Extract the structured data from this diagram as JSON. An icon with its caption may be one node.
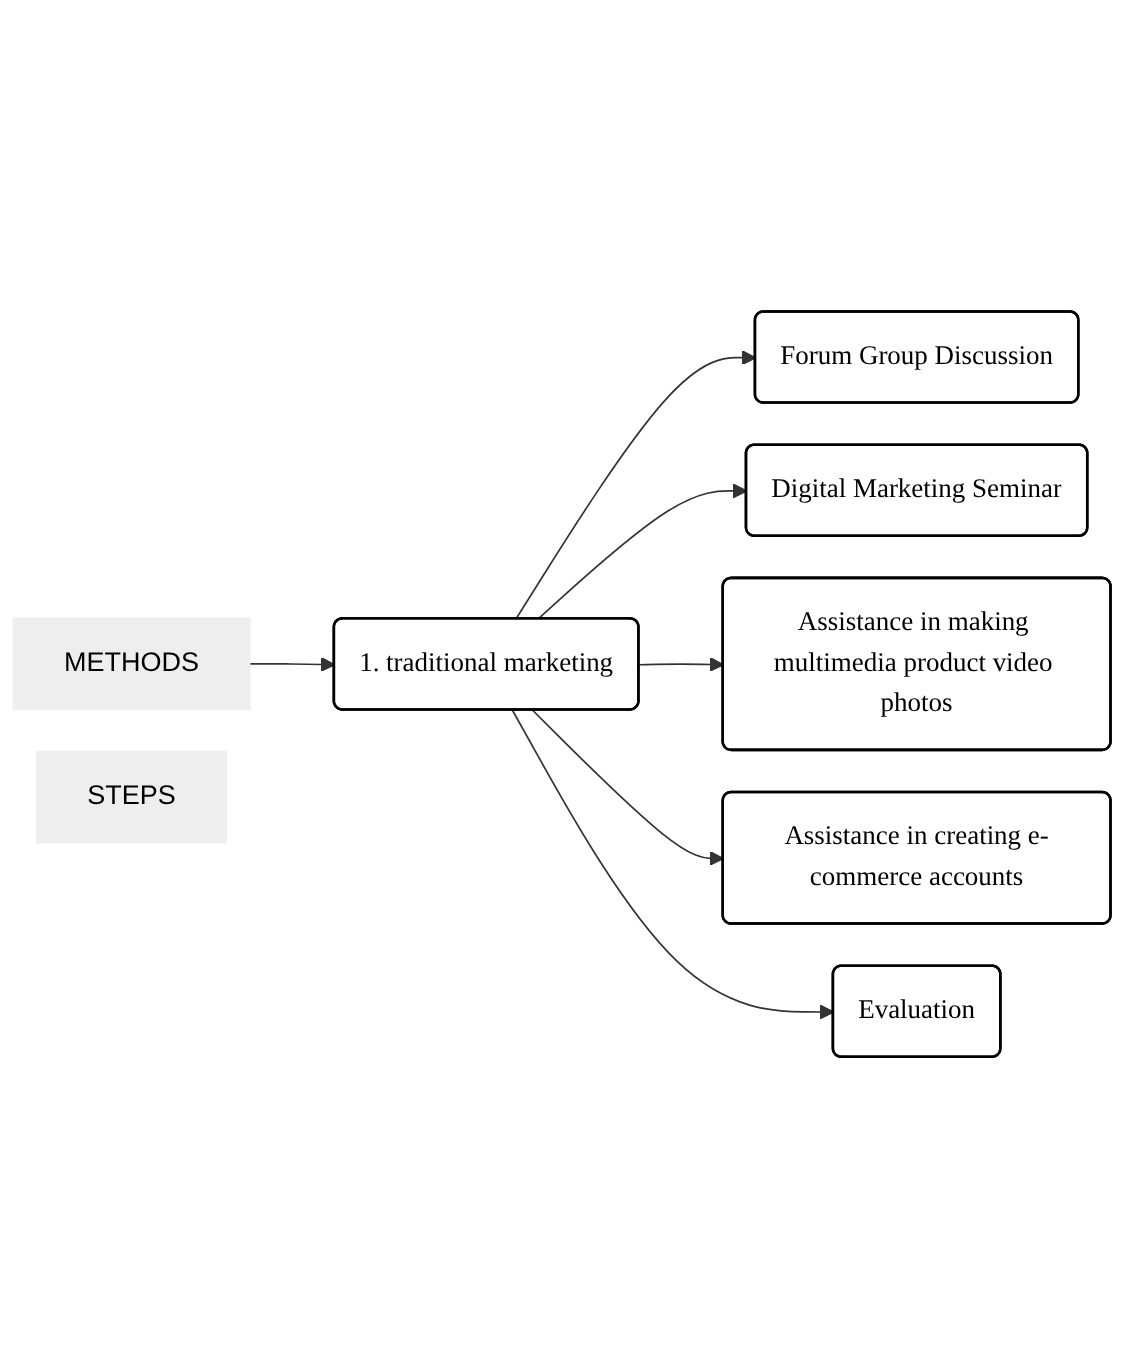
{
  "diagram": {
    "nodes": [
      {
        "text": [
          "METHODS"
        ]
      },
      {
        "text": [
          "STEPS"
        ]
      },
      {
        "text": [
          "1. traditional marketing"
        ]
      },
      {
        "text": [
          "Forum Group Discussion"
        ]
      },
      {
        "text": [
          "Digital Marketing Seminar"
        ]
      },
      {
        "text": [
          "Assistance in making multimedia product video photos"
        ]
      },
      {
        "text": [
          "Assistance in creating e-commerce accounts"
        ]
      },
      {
        "text": [
          "Evaluation"
        ]
      }
    ],
    "edges": [
      {
        "from": 0,
        "to": 2,
        "arrow": "to"
      },
      {
        "from": 2,
        "to": 3,
        "arrow": "to"
      },
      {
        "from": 2,
        "to": 4,
        "arrow": "to"
      },
      {
        "from": 2,
        "to": 5,
        "arrow": "to"
      },
      {
        "from": 2,
        "to": 6,
        "arrow": "to"
      },
      {
        "from": 2,
        "to": 7,
        "arrow": "to"
      }
    ]
  }
}
